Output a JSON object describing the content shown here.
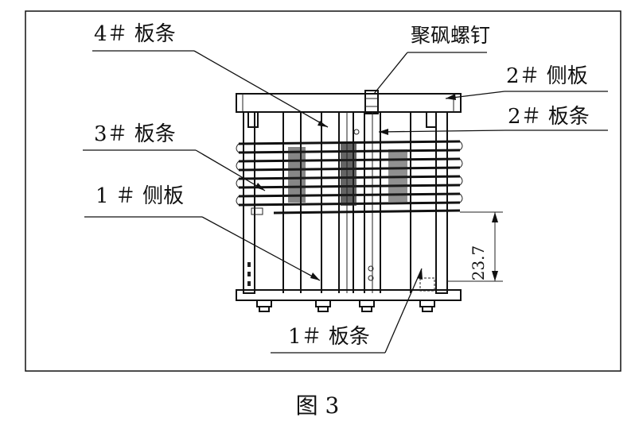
{
  "labels": {
    "strip4": "4＃ 板条",
    "screw": "聚砜螺钉",
    "side2": "2＃ 侧板",
    "strip2": "2＃ 板条",
    "strip3": "3＃ 板条",
    "side1": "1 ＃ 侧板",
    "strip1": "1＃ 板条"
  },
  "dimension": {
    "value": "23.7"
  },
  "caption": "图 3"
}
